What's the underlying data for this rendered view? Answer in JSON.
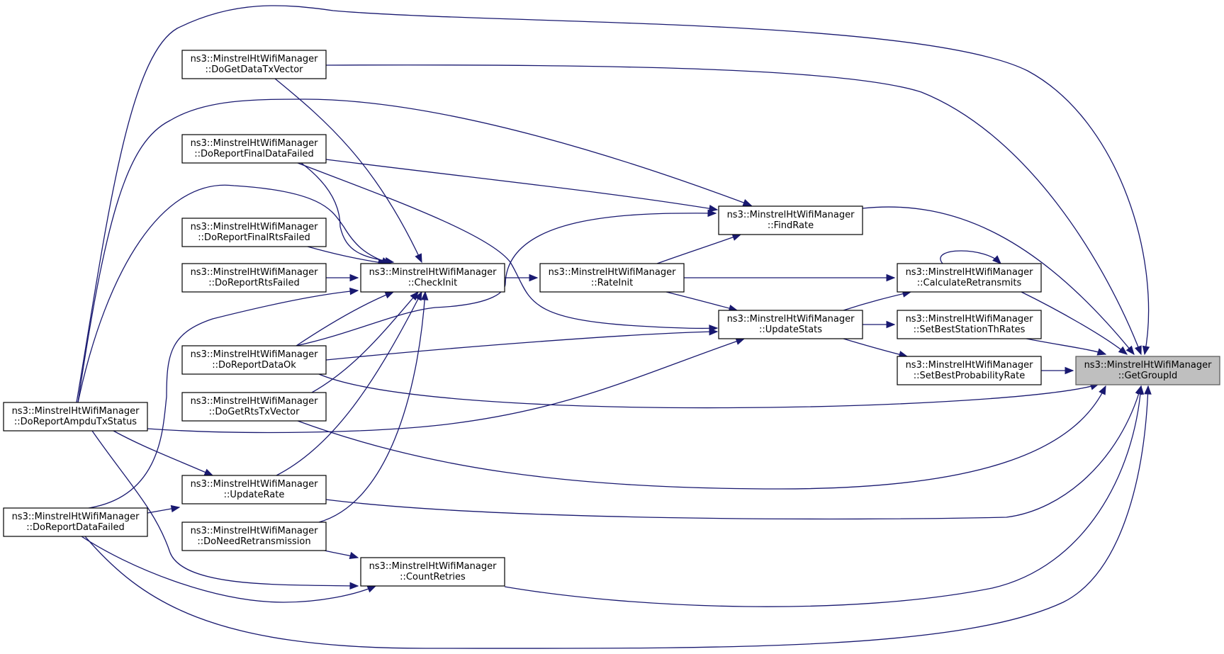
{
  "diagram": {
    "nodes": [
      {
        "id": "getgroupid",
        "line1": "ns3::MinstrelHtWifiManager",
        "line2": "::GetGroupId",
        "focus": true
      },
      {
        "id": "calcretransmits",
        "line1": "ns3::MinstrelHtWifiManager",
        "line2": "::CalculateRetransmits"
      },
      {
        "id": "findrate",
        "line1": "ns3::MinstrelHtWifiManager",
        "line2": "::FindRate"
      },
      {
        "id": "setbeststationthrates",
        "line1": "ns3::MinstrelHtWifiManager",
        "line2": "::SetBestStationThRates"
      },
      {
        "id": "setbestprobabilityrate",
        "line1": "ns3::MinstrelHtWifiManager",
        "line2": "::SetBestProbabilityRate"
      },
      {
        "id": "updatestats",
        "line1": "ns3::MinstrelHtWifiManager",
        "line2": "::UpdateStats"
      },
      {
        "id": "rateinit",
        "line1": "ns3::MinstrelHtWifiManager",
        "line2": "::RateInit"
      },
      {
        "id": "checkinit",
        "line1": "ns3::MinstrelHtWifiManager",
        "line2": "::CheckInit"
      },
      {
        "id": "countretries",
        "line1": "ns3::MinstrelHtWifiManager",
        "line2": "::CountRetries"
      },
      {
        "id": "dogetdatatxvector",
        "line1": "ns3::MinstrelHtWifiManager",
        "line2": "::DoGetDataTxVector"
      },
      {
        "id": "doreportfinaldatafailed",
        "line1": "ns3::MinstrelHtWifiManager",
        "line2": "::DoReportFinalDataFailed"
      },
      {
        "id": "doreportfinalrtsfailed",
        "line1": "ns3::MinstrelHtWifiManager",
        "line2": "::DoReportFinalRtsFailed"
      },
      {
        "id": "doreportrtsfailed",
        "line1": "ns3::MinstrelHtWifiManager",
        "line2": "::DoReportRtsFailed"
      },
      {
        "id": "doreportdataok",
        "line1": "ns3::MinstrelHtWifiManager",
        "line2": "::DoReportDataOk"
      },
      {
        "id": "dogetrtstxvector",
        "line1": "ns3::MinstrelHtWifiManager",
        "line2": "::DoGetRtsTxVector"
      },
      {
        "id": "updaterate",
        "line1": "ns3::MinstrelHtWifiManager",
        "line2": "::UpdateRate"
      },
      {
        "id": "doneedretransmission",
        "line1": "ns3::MinstrelHtWifiManager",
        "line2": "::DoNeedRetransmission"
      },
      {
        "id": "doreportampdutxstatus",
        "line1": "ns3::MinstrelHtWifiManager",
        "line2": "::DoReportAmpduTxStatus"
      },
      {
        "id": "doreportdatafailed",
        "line1": "ns3::MinstrelHtWifiManager",
        "line2": "::DoReportDataFailed"
      }
    ]
  }
}
